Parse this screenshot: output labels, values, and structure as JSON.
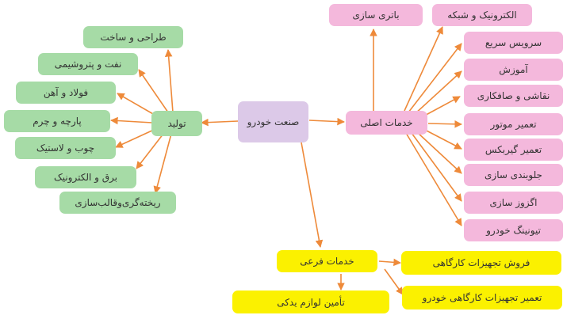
{
  "center": {
    "label": "صنعت خودرو"
  },
  "production": {
    "label": "تولید",
    "items": [
      "طراحی و ساخت",
      "نفت و پتروشیمی",
      "فولاد و آهن",
      "پارچه و چرم",
      "چوب و لاستیک",
      "برق و الکترونیک",
      "ریخته‌گری‌وقالب‌سازی"
    ]
  },
  "main_services": {
    "label": "خدمات اصلی",
    "top_items": [
      "باتری سازی",
      "الکترونیک و شبکه"
    ],
    "items": [
      "سرویس سریع",
      "آموزش",
      "نقاشی و صافکاری",
      "تعمیر موتور",
      "تعمیر گیربکس",
      "جلوبندی سازی",
      "اگزوز سازی",
      "تیونینگ خودرو"
    ]
  },
  "sub_services": {
    "label": "خدمات فرعی",
    "items": [
      "فروش تجهیزات کارگاهی",
      "تعمیر تجهیزات کارگاهی خودرو",
      "تأمین لوازم یدکی"
    ]
  },
  "colors": {
    "arrow": "#ee8a3a",
    "center": "#dcc9e8",
    "green": "#a6dba6",
    "pink": "#f4b8dc",
    "yellow": "#fbf100"
  }
}
